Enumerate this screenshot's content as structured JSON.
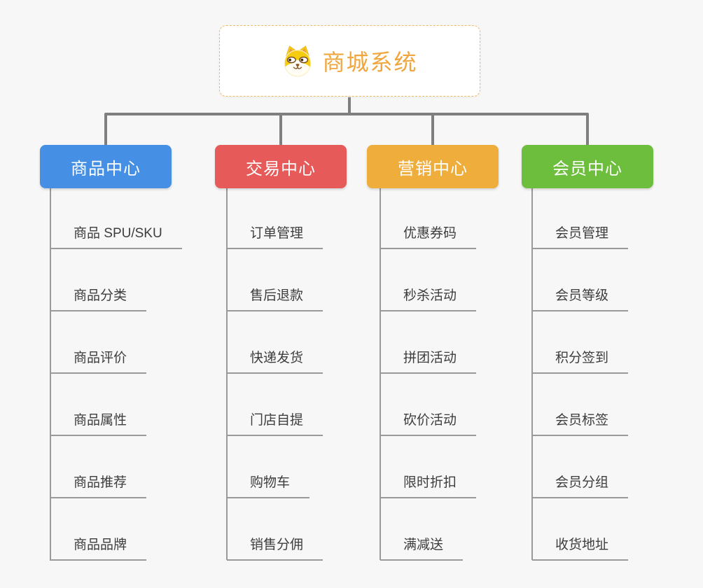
{
  "root": {
    "title": "商城系统",
    "icon": "dog-face-icon"
  },
  "branches": [
    {
      "label": "商品中心",
      "color": "#4590E5",
      "items": [
        "商品 SPU/SKU",
        "商品分类",
        "商品评价",
        "商品属性",
        "商品推荐",
        "商品品牌"
      ]
    },
    {
      "label": "交易中心",
      "color": "#E65A5A",
      "items": [
        "订单管理",
        "售后退款",
        "快递发货",
        "门店自提",
        "购物车",
        "销售分佣"
      ]
    },
    {
      "label": "营销中心",
      "color": "#EFAD3C",
      "items": [
        "优惠券码",
        "秒杀活动",
        "拼团活动",
        "砍价活动",
        "限时折扣",
        "满减送"
      ]
    },
    {
      "label": "会员中心",
      "color": "#6CBE3C",
      "items": [
        "会员管理",
        "会员等级",
        "积分签到",
        "会员标签",
        "会员分组",
        "收货地址"
      ]
    }
  ],
  "colors": {
    "root_accent": "#F0A63E",
    "root_border": "#EFBA60",
    "tree_line": "#7F7F7F",
    "leaf_line": "#9A9A9A",
    "background": "#F7F7F7",
    "leaf_text": "#3D3D3D"
  }
}
